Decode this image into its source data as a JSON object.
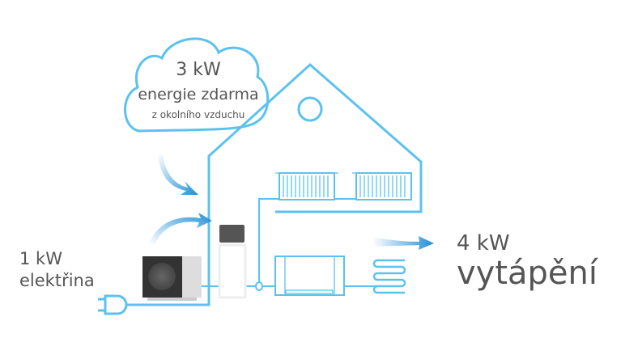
{
  "cloud": {
    "power": "3 kW",
    "title": "energie zdarma",
    "subtitle": "z okolního vzduchu"
  },
  "input": {
    "power": "1 kW",
    "label": "elektřina"
  },
  "output": {
    "power": "4 kW",
    "label": "vytápění"
  },
  "colors": {
    "line": "#5bc2ef",
    "arrow": "#1f8fd6",
    "text": "#555555",
    "unit_dark": "#3a3a3a",
    "tank_top": "#555555"
  }
}
